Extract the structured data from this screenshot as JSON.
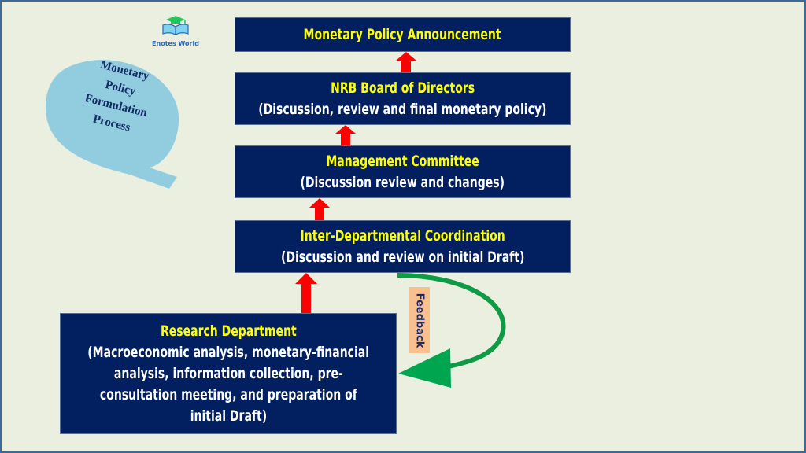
{
  "logo": {
    "name": "Enotes World",
    "icon": "book-graduation-cap-icon"
  },
  "bubble": {
    "lines": [
      "Monetary",
      "Policy",
      "Formulation",
      "Process"
    ],
    "color": "#92cddf"
  },
  "boxes": [
    {
      "title": "Monetary Policy Announcement",
      "subtitle": ""
    },
    {
      "title": "NRB Board of Directors",
      "subtitle": "(Discussion, review and final monetary policy)"
    },
    {
      "title": "Management Committee",
      "subtitle": "(Discussion review and changes)"
    },
    {
      "title": "Inter-Departmental Coordination",
      "subtitle": "(Discussion and review on initial Draft)"
    },
    {
      "title": "Research Department",
      "subtitle_lines": [
        "(Macroeconomic analysis, monetary-financial",
        "analysis, information collection, pre-",
        "consultation meeting, and preparation of",
        "initial Draft)"
      ]
    }
  ],
  "feedback": {
    "label": "Feedback",
    "arrow_color": "#00a550",
    "label_bg": "#f7c08e"
  },
  "colors": {
    "box_bg": "#022060",
    "title": "#ffff00",
    "subtitle": "#ffffff",
    "arrow": "#ff0000",
    "background": "#ebefe0",
    "border": "#3f6a98"
  }
}
